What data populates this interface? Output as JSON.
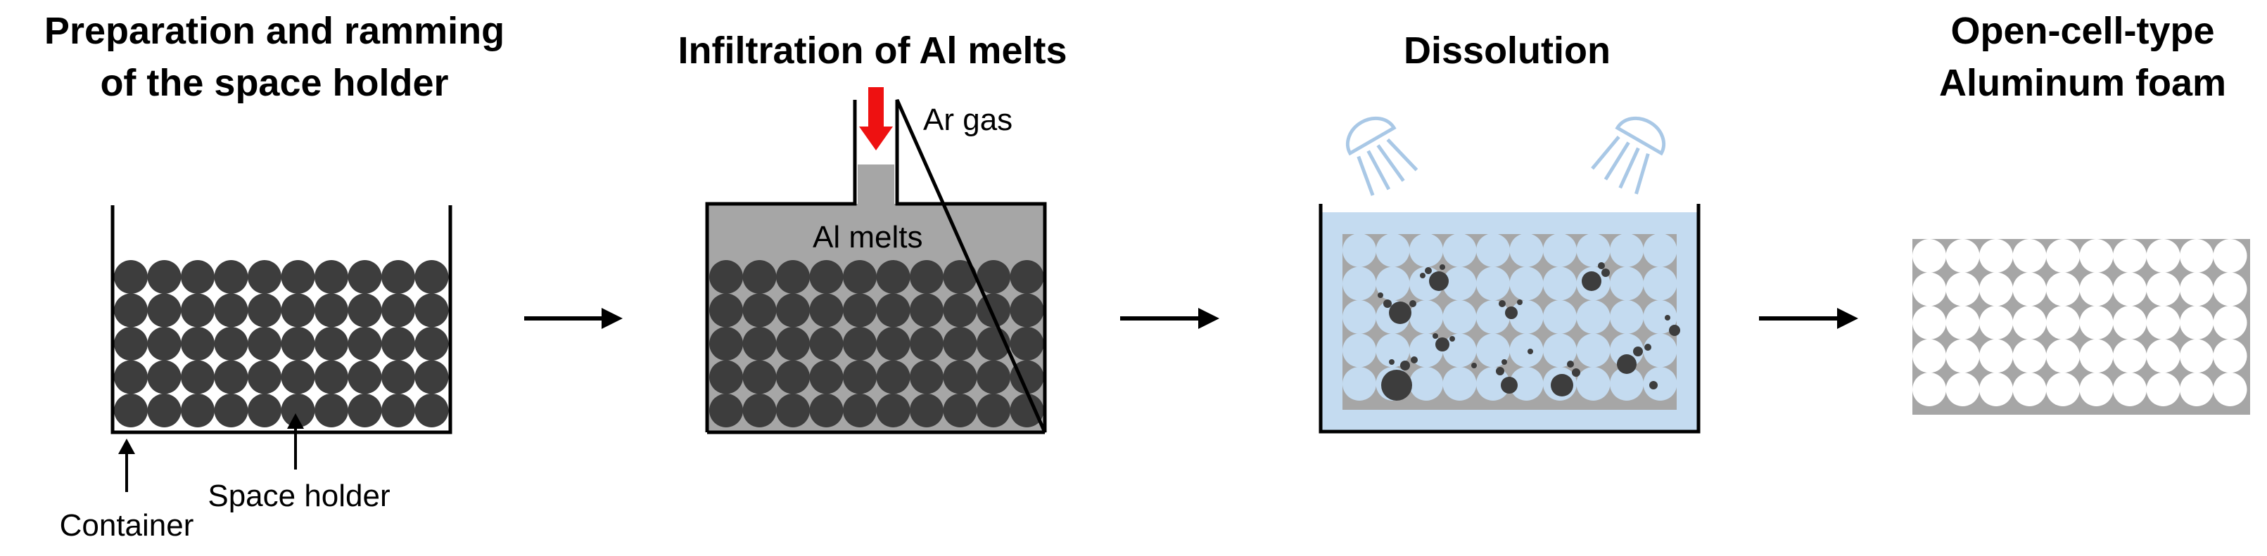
{
  "steps": [
    {
      "title_lines": [
        "Preparation and ramming",
        "of the space holder"
      ]
    },
    {
      "title_lines": [
        "Infiltration of Al melts"
      ]
    },
    {
      "title_lines": [
        "Dissolution"
      ]
    },
    {
      "title_lines": [
        "Open-cell-type",
        "Aluminum foam"
      ]
    }
  ],
  "labels": {
    "container": "Container",
    "space_holder": "Space holder",
    "ar_gas": "Ar gas",
    "al_melts": "Al melts"
  },
  "colors": {
    "space_holder": "#3d3d3d",
    "al_melt": "#a6a6a6",
    "water": "#c4dbf0",
    "shower": "#a9c8e6",
    "gas_arrow": "#ee1111",
    "outline": "#000000",
    "foam_cell": "#ffffff"
  },
  "icons": [
    "shower-head-icon",
    "down-arrow-icon",
    "right-arrow-icon"
  ]
}
